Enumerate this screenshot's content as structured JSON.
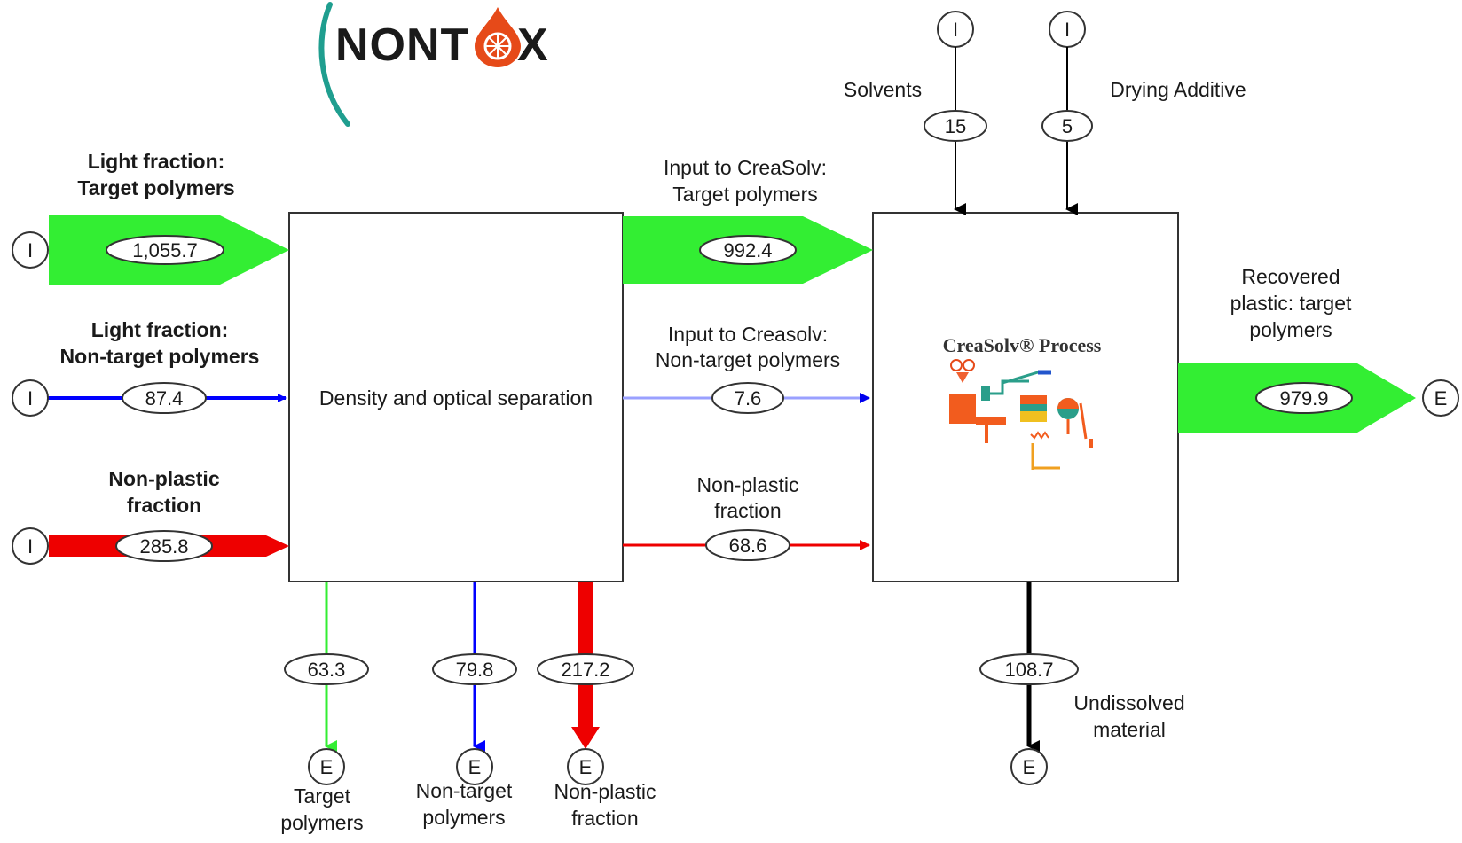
{
  "logo": {
    "left_text": "NONT",
    "right_text": "X",
    "color_text": "#22a59a",
    "color_accent": "#e64a19"
  },
  "colors": {
    "target": "#33ee33",
    "nontarget": "#0000ff",
    "nontarget_light": "#9aa0ff",
    "nonplastic": "#ee0000",
    "residual": "#000000"
  },
  "process1": {
    "label": "Density and optical separation"
  },
  "process2": {
    "label": "CreaSolv® Process"
  },
  "terminals": {
    "input": "I",
    "output": "E"
  },
  "inputs": {
    "target": {
      "line1": "Light fraction:",
      "line2": "Target polymers",
      "value": "1,055.7"
    },
    "nontarget": {
      "line1": "Light fraction:",
      "line2": "Non-target polymers",
      "value": "87.4"
    },
    "nonplastic": {
      "line1": "Non-plastic",
      "line2": "fraction",
      "value": "285.8"
    }
  },
  "mid_flows": {
    "target": {
      "line1": "Input to CreaSolv:",
      "line2": "Target polymers",
      "value": "992.4"
    },
    "nontarget": {
      "line1": "Input to Creasolv:",
      "line2": "Non-target polymers",
      "value": "7.6"
    },
    "nonplastic": {
      "line1": "Non-plastic",
      "line2": "fraction",
      "value": "68.6"
    }
  },
  "additives": {
    "solvents": {
      "label": "Solvents",
      "value": "15"
    },
    "drying": {
      "label": "Drying Additive",
      "value": "5"
    }
  },
  "recovered": {
    "line1": "Recovered",
    "line2": "plastic: target",
    "line3": "polymers",
    "value": "979.9"
  },
  "outputs_p1": {
    "target": {
      "line1": "Target",
      "line2": "polymers",
      "value": "63.3"
    },
    "nontarget": {
      "line1": "Non-target",
      "line2": "polymers",
      "value": "79.8"
    },
    "nonplastic": {
      "line1": "Non-plastic",
      "line2": "fraction",
      "value": "217.2"
    }
  },
  "undissolved": {
    "line1": "Undissolved",
    "line2": "material",
    "value": "108.7"
  }
}
